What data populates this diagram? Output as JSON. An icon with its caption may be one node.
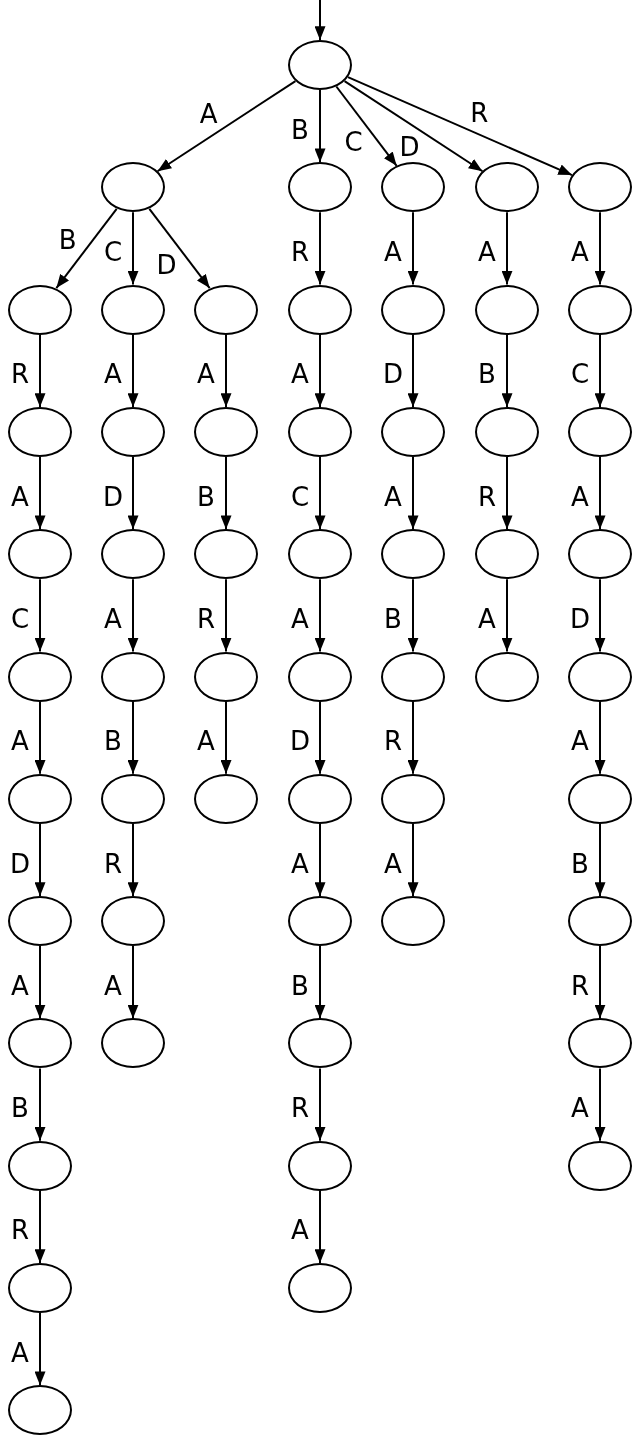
{
  "diagram": {
    "nodes": [
      {
        "text": [],
        "shape": "ellipse"
      },
      {
        "text": [],
        "shape": "ellipse"
      },
      {
        "text": [],
        "shape": "ellipse"
      },
      {
        "text": [],
        "shape": "ellipse"
      },
      {
        "text": [],
        "shape": "ellipse"
      },
      {
        "text": [],
        "shape": "ellipse"
      },
      {
        "text": [],
        "shape": "ellipse"
      },
      {
        "text": [],
        "shape": "ellipse"
      },
      {
        "text": [],
        "shape": "ellipse"
      },
      {
        "text": [],
        "shape": "ellipse"
      },
      {
        "text": [],
        "shape": "ellipse"
      },
      {
        "text": [],
        "shape": "ellipse"
      },
      {
        "text": [],
        "shape": "ellipse"
      },
      {
        "text": [],
        "shape": "ellipse"
      },
      {
        "text": [],
        "shape": "ellipse"
      },
      {
        "text": [],
        "shape": "ellipse"
      },
      {
        "text": [],
        "shape": "ellipse"
      },
      {
        "text": [],
        "shape": "ellipse"
      },
      {
        "text": [],
        "shape": "ellipse"
      },
      {
        "text": [],
        "shape": "ellipse"
      },
      {
        "text": [],
        "shape": "ellipse"
      },
      {
        "text": [],
        "shape": "ellipse"
      },
      {
        "text": [],
        "shape": "ellipse"
      },
      {
        "text": [],
        "shape": "ellipse"
      },
      {
        "text": [],
        "shape": "ellipse"
      },
      {
        "text": [],
        "shape": "ellipse"
      },
      {
        "text": [],
        "shape": "ellipse"
      },
      {
        "text": [],
        "shape": "ellipse"
      },
      {
        "text": [],
        "shape": "ellipse"
      },
      {
        "text": [],
        "shape": "ellipse"
      },
      {
        "text": [],
        "shape": "ellipse"
      },
      {
        "text": [],
        "shape": "ellipse"
      },
      {
        "text": [],
        "shape": "ellipse"
      },
      {
        "text": [],
        "shape": "ellipse"
      },
      {
        "text": [],
        "shape": "ellipse"
      },
      {
        "text": [],
        "shape": "ellipse"
      },
      {
        "text": [],
        "shape": "ellipse"
      },
      {
        "text": [],
        "shape": "ellipse"
      },
      {
        "text": [],
        "shape": "ellipse"
      },
      {
        "text": [],
        "shape": "ellipse"
      },
      {
        "text": [],
        "shape": "ellipse"
      },
      {
        "text": [],
        "shape": "ellipse"
      },
      {
        "text": [],
        "shape": "ellipse"
      },
      {
        "text": [],
        "shape": "ellipse"
      },
      {
        "text": [],
        "shape": "ellipse"
      },
      {
        "text": [],
        "shape": "ellipse"
      },
      {
        "text": [],
        "shape": "ellipse"
      },
      {
        "text": [],
        "shape": "ellipse"
      },
      {
        "text": [],
        "shape": "ellipse"
      },
      {
        "text": [],
        "shape": "ellipse"
      },
      {
        "text": [],
        "shape": "ellipse"
      },
      {
        "text": [],
        "shape": "ellipse"
      },
      {
        "text": [],
        "shape": "ellipse"
      },
      {
        "text": [],
        "shape": "ellipse"
      },
      {
        "text": [],
        "shape": "ellipse"
      }
    ],
    "edges": [
      {
        "from": null,
        "to": 0,
        "arrow": "to"
      },
      {
        "from": 0,
        "to": 1,
        "label": "A",
        "arrow": "to"
      },
      {
        "from": 0,
        "to": 2,
        "label": "B",
        "arrow": "to"
      },
      {
        "from": 0,
        "to": 3,
        "label": "C",
        "arrow": "to"
      },
      {
        "from": 0,
        "to": 4,
        "label": "D",
        "arrow": "to"
      },
      {
        "from": 0,
        "to": 5,
        "label": "R",
        "arrow": "to"
      },
      {
        "from": 1,
        "to": 6,
        "label": "B",
        "arrow": "to"
      },
      {
        "from": 1,
        "to": 7,
        "label": "C",
        "arrow": "to"
      },
      {
        "from": 1,
        "to": 8,
        "label": "D",
        "arrow": "to"
      },
      {
        "from": 2,
        "to": 9,
        "label": "R",
        "arrow": "to"
      },
      {
        "from": 3,
        "to": 10,
        "label": "A",
        "arrow": "to"
      },
      {
        "from": 4,
        "to": 11,
        "label": "A",
        "arrow": "to"
      },
      {
        "from": 5,
        "to": 12,
        "label": "A",
        "arrow": "to"
      },
      {
        "from": 6,
        "to": 13,
        "label": "R",
        "arrow": "to"
      },
      {
        "from": 13,
        "to": 20,
        "label": "A",
        "arrow": "to"
      },
      {
        "from": 20,
        "to": 27,
        "label": "C",
        "arrow": "to"
      },
      {
        "from": 27,
        "to": 34,
        "label": "A",
        "arrow": "to"
      },
      {
        "from": 34,
        "to": 40,
        "label": "D",
        "arrow": "to"
      },
      {
        "from": 40,
        "to": 45,
        "label": "A",
        "arrow": "to"
      },
      {
        "from": 45,
        "to": 49,
        "label": "B",
        "arrow": "to"
      },
      {
        "from": 49,
        "to": 52,
        "label": "R",
        "arrow": "to"
      },
      {
        "from": 52,
        "to": 54,
        "label": "A",
        "arrow": "to"
      },
      {
        "from": 7,
        "to": 14,
        "label": "A",
        "arrow": "to"
      },
      {
        "from": 14,
        "to": 21,
        "label": "D",
        "arrow": "to"
      },
      {
        "from": 21,
        "to": 28,
        "label": "A",
        "arrow": "to"
      },
      {
        "from": 28,
        "to": 35,
        "label": "B",
        "arrow": "to"
      },
      {
        "from": 35,
        "to": 41,
        "label": "R",
        "arrow": "to"
      },
      {
        "from": 41,
        "to": 46,
        "label": "A",
        "arrow": "to"
      },
      {
        "from": 8,
        "to": 15,
        "label": "A",
        "arrow": "to"
      },
      {
        "from": 15,
        "to": 22,
        "label": "B",
        "arrow": "to"
      },
      {
        "from": 22,
        "to": 29,
        "label": "R",
        "arrow": "to"
      },
      {
        "from": 29,
        "to": 36,
        "label": "A",
        "arrow": "to"
      },
      {
        "from": 9,
        "to": 16,
        "label": "A",
        "arrow": "to"
      },
      {
        "from": 16,
        "to": 23,
        "label": "C",
        "arrow": "to"
      },
      {
        "from": 23,
        "to": 30,
        "label": "A",
        "arrow": "to"
      },
      {
        "from": 30,
        "to": 37,
        "label": "D",
        "arrow": "to"
      },
      {
        "from": 37,
        "to": 42,
        "label": "A",
        "arrow": "to"
      },
      {
        "from": 42,
        "to": 47,
        "label": "B",
        "arrow": "to"
      },
      {
        "from": 47,
        "to": 50,
        "label": "R",
        "arrow": "to"
      },
      {
        "from": 50,
        "to": 53,
        "label": "A",
        "arrow": "to"
      },
      {
        "from": 10,
        "to": 17,
        "label": "D",
        "arrow": "to"
      },
      {
        "from": 17,
        "to": 24,
        "label": "A",
        "arrow": "to"
      },
      {
        "from": 24,
        "to": 31,
        "label": "B",
        "arrow": "to"
      },
      {
        "from": 31,
        "to": 38,
        "label": "R",
        "arrow": "to"
      },
      {
        "from": 38,
        "to": 43,
        "label": "A",
        "arrow": "to"
      },
      {
        "from": 11,
        "to": 18,
        "label": "B",
        "arrow": "to"
      },
      {
        "from": 18,
        "to": 25,
        "label": "R",
        "arrow": "to"
      },
      {
        "from": 25,
        "to": 32,
        "label": "A",
        "arrow": "to"
      },
      {
        "from": 12,
        "to": 19,
        "label": "C",
        "arrow": "to"
      },
      {
        "from": 19,
        "to": 26,
        "label": "A",
        "arrow": "to"
      },
      {
        "from": 26,
        "to": 33,
        "label": "D",
        "arrow": "to"
      },
      {
        "from": 33,
        "to": 39,
        "label": "A",
        "arrow": "to"
      },
      {
        "from": 39,
        "to": 44,
        "label": "B",
        "arrow": "to"
      },
      {
        "from": 44,
        "to": 48,
        "label": "R",
        "arrow": "to"
      },
      {
        "from": 48,
        "to": 51,
        "label": "A",
        "arrow": "to"
      }
    ]
  }
}
